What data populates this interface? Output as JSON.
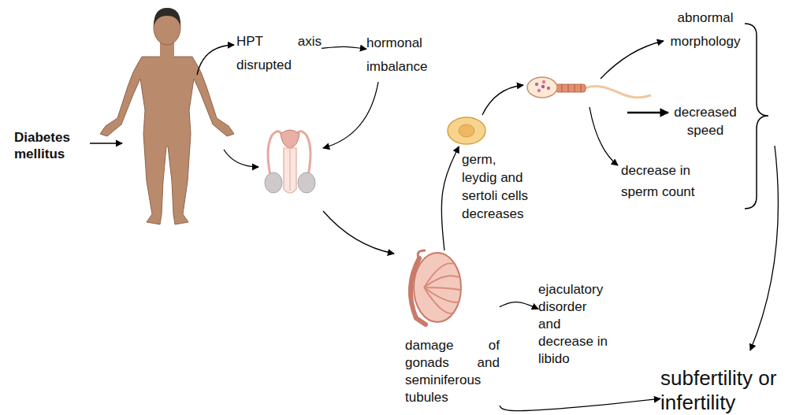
{
  "diagram": {
    "nodes": [
      {
        "text": [
          "Diabetes mellitus"
        ]
      },
      {
        "text": [
          "HPT axis disrupted"
        ]
      },
      {
        "text": [
          "hormonal imbalance"
        ]
      },
      {
        "text": [
          "germ, leydig and sertoli cells decreases"
        ]
      },
      {
        "text": [
          "abnormal morphology"
        ]
      },
      {
        "text": [
          "decreased speed"
        ]
      },
      {
        "text": [
          "decrease in sperm count"
        ]
      },
      {
        "text": [
          "damage of gonads and seminiferous tubules"
        ]
      },
      {
        "text": [
          "ejaculatory disorder and decrease in libido"
        ]
      },
      {
        "text": [
          "subfertility or infertility"
        ]
      }
    ],
    "edges": [
      {
        "from": 1,
        "to": 2,
        "arrow": "to"
      },
      {
        "from": 7,
        "to": 3,
        "arrow": "to"
      },
      {
        "from": 7,
        "to": 8,
        "arrow": "to"
      },
      {
        "from": 7,
        "to": 9,
        "arrow": "to"
      }
    ]
  }
}
